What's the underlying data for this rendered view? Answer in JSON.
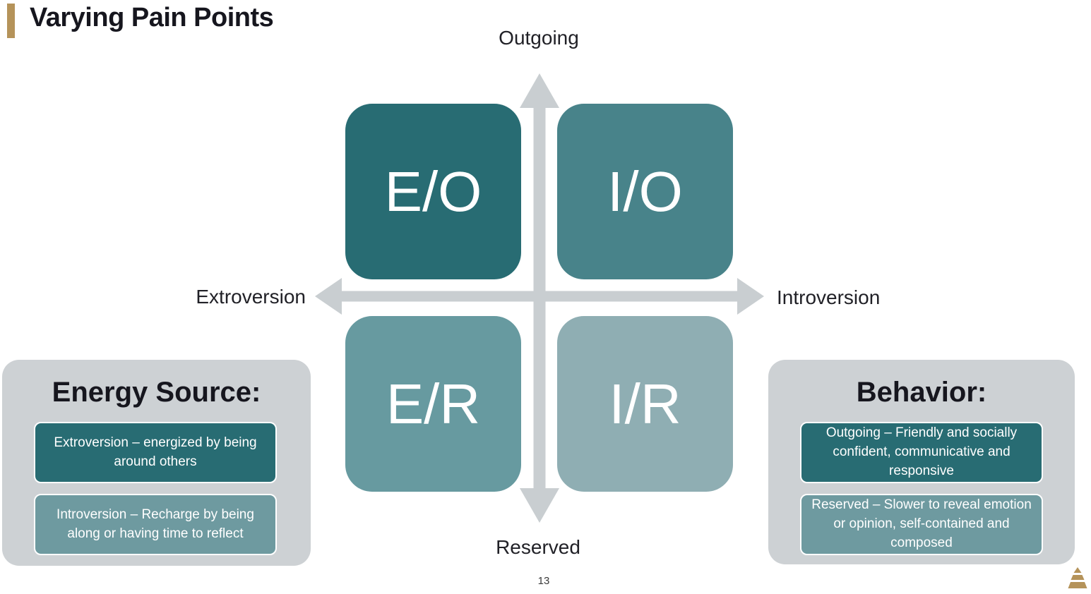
{
  "slide": {
    "title": "Varying Pain Points",
    "page_number": "13"
  },
  "diagram": {
    "axis_labels": {
      "top": "Outgoing",
      "bottom": "Reserved",
      "left": "Extroversion",
      "right": "Introversion"
    },
    "quadrants": [
      {
        "code": "E/O",
        "position": "top-left",
        "color": "#286C73"
      },
      {
        "code": "I/O",
        "position": "top-right",
        "color": "#48838A"
      },
      {
        "code": "E/R",
        "position": "bottom-left",
        "color": "#679AA0"
      },
      {
        "code": "I/R",
        "position": "bottom-right",
        "color": "#8FAEB3"
      }
    ]
  },
  "energy_source_panel": {
    "heading": "Energy Source:",
    "items": [
      {
        "text": "Extroversion – energized by being around others",
        "color": "#286C73"
      },
      {
        "text": "Introversion – Recharge by being along or having time to reflect",
        "color": "#6E9AA0"
      }
    ]
  },
  "behavior_panel": {
    "heading": "Behavior:",
    "items": [
      {
        "text": "Outgoing – Friendly and socially confident, communicative and responsive",
        "color": "#286C73"
      },
      {
        "text": "Reserved – Slower to reveal emotion or opinion, self-contained and composed",
        "color": "#6E9AA0"
      }
    ]
  },
  "colors": {
    "accent_gold": "#B5935A",
    "arrow_gray": "#C9CED1",
    "panel_gray": "#CDD1D4",
    "title_text": "#16161E"
  },
  "icons": {
    "logo": "pyramid-logo"
  }
}
